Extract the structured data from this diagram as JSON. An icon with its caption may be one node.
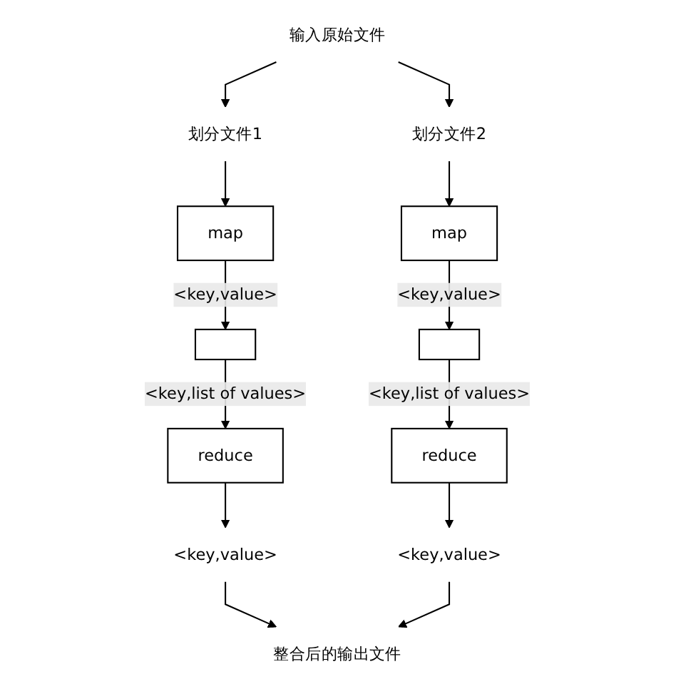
{
  "diagram": {
    "nodes": [
      {
        "text": [
          "输入原始文件"
        ]
      },
      {
        "text": [
          "划分文件1"
        ]
      },
      {
        "text": [
          "划分文件2"
        ]
      },
      {
        "text": [
          "map"
        ]
      },
      {
        "text": [
          "map"
        ]
      },
      {
        "text": [],
        "shape": "box"
      },
      {
        "text": [],
        "shape": "box"
      },
      {
        "text": [
          "reduce"
        ]
      },
      {
        "text": [
          "reduce"
        ]
      },
      {
        "text": [
          "<key,value>"
        ]
      },
      {
        "text": [
          "<key,value>"
        ]
      },
      {
        "text": [
          "整合后的输出文件"
        ]
      }
    ],
    "edges": [
      {
        "from": 0,
        "to": 1,
        "arrow": "to"
      },
      {
        "from": 0,
        "to": 2,
        "arrow": "to"
      },
      {
        "from": 1,
        "to": 3,
        "arrow": "to"
      },
      {
        "from": 2,
        "to": 4,
        "arrow": "to"
      },
      {
        "from": 3,
        "to": 5,
        "arrow": "to",
        "label": "<key,value>"
      },
      {
        "from": 4,
        "to": 6,
        "arrow": "to",
        "label": "<key,value>"
      },
      {
        "from": 5,
        "to": 7,
        "arrow": "to",
        "label": "<key,list of values>"
      },
      {
        "from": 6,
        "to": 8,
        "arrow": "to",
        "label": "<key,list of values>"
      },
      {
        "from": 7,
        "to": 9,
        "arrow": "to"
      },
      {
        "from": 8,
        "to": 10,
        "arrow": "to"
      },
      {
        "from": 9,
        "to": 11,
        "arrow": "to"
      },
      {
        "from": 10,
        "to": 11,
        "arrow": "to"
      }
    ]
  }
}
